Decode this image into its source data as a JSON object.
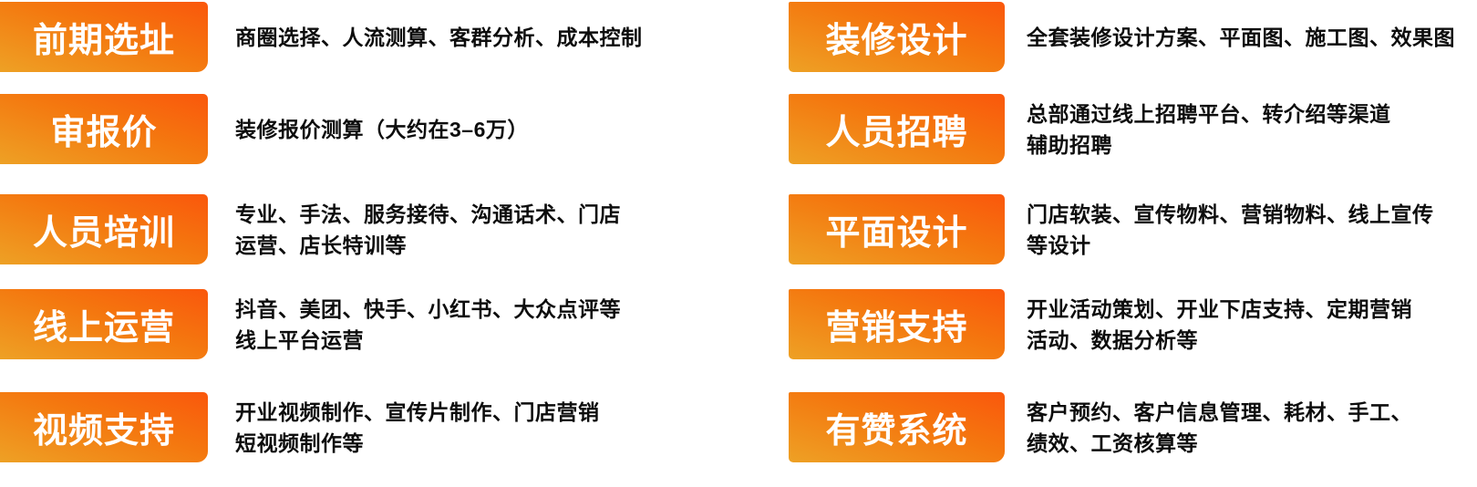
{
  "colors": {
    "background": "#FFFFFF",
    "badge_gradient_start": "#EEA125",
    "badge_gradient_end": "#FA570C",
    "badge_text": "#FFFFFF",
    "description_text": "#0D0D0D"
  },
  "left_column": {
    "items": [
      {
        "label": "前期选址",
        "desc": "商圈选择、人流测算、客群分析、成本控制"
      },
      {
        "label": "审报价",
        "desc": "装修报价测算（大约在3–6万）"
      },
      {
        "label": "人员培训",
        "desc": "专业、手法、服务接待、沟通话术、门店\n运营、店长特训等"
      },
      {
        "label": "线上运营",
        "desc": "抖音、美团、快手、小红书、大众点评等\n线上平台运营"
      },
      {
        "label": "视频支持",
        "desc": "开业视频制作、宣传片制作、门店营销\n短视频制作等"
      }
    ]
  },
  "right_column": {
    "items": [
      {
        "label": "装修设计",
        "desc": "全套装修设计方案、平面图、施工图、效果图"
      },
      {
        "label": "人员招聘",
        "desc": "总部通过线上招聘平台、转介绍等渠道\n辅助招聘"
      },
      {
        "label": "平面设计",
        "desc": "门店软装、宣传物料、营销物料、线上宣传\n等设计"
      },
      {
        "label": "营销支持",
        "desc": "开业活动策划、开业下店支持、定期营销\n活动、数据分析等"
      },
      {
        "label": "有赞系统",
        "desc": "客户预约、客户信息管理、耗材、手工、\n绩效、工资核算等"
      }
    ]
  }
}
